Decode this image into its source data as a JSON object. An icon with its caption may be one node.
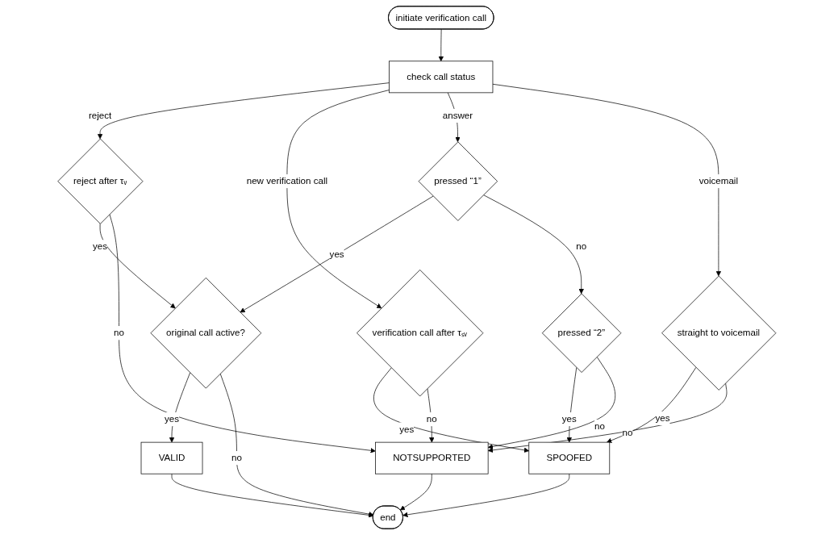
{
  "diagram": {
    "nodes": [
      {
        "text": [
          "initiate verification call"
        ]
      },
      {
        "text": [
          "check call status"
        ]
      },
      {
        "text": [
          "reject after τᵥ"
        ]
      },
      {
        "text": [
          "verification call after τₛᵥ"
        ]
      },
      {
        "text": [
          "pressed “1”"
        ]
      },
      {
        "text": [
          "straight to voicemail"
        ]
      },
      {
        "text": [
          "original call active?"
        ]
      },
      {
        "text": [
          "pressed “2”"
        ]
      },
      {
        "text": [
          "VALID"
        ]
      },
      {
        "text": [
          "SPOOFED"
        ]
      },
      {
        "text": [
          "NOTSUPPORTED"
        ]
      },
      {
        "text": [
          "end"
        ]
      }
    ],
    "edges": [
      {
        "from": 0,
        "to": 1,
        "arrow": "to"
      },
      {
        "from": 1,
        "to": 2,
        "arrow": "to",
        "label": "reject"
      },
      {
        "from": 1,
        "to": 3,
        "arrow": "to",
        "label": "new verification call"
      },
      {
        "from": 1,
        "to": 4,
        "arrow": "to",
        "label": "answer"
      },
      {
        "from": 1,
        "to": 5,
        "arrow": "to",
        "label": "voicemail"
      },
      {
        "from": 2,
        "to": 6,
        "arrow": "to",
        "label": "yes"
      },
      {
        "from": 2,
        "to": 10,
        "arrow": "to",
        "label": "no"
      },
      {
        "from": 3,
        "to": 9,
        "arrow": "to",
        "label": "yes"
      },
      {
        "from": 3,
        "to": 10,
        "arrow": "to",
        "label": "no"
      },
      {
        "from": 4,
        "to": 6,
        "arrow": "to",
        "label": "yes"
      },
      {
        "from": 4,
        "to": 7,
        "arrow": "to",
        "label": "no"
      },
      {
        "from": 5,
        "to": 9,
        "arrow": "to",
        "label": "yes"
      },
      {
        "from": 5,
        "to": 10,
        "arrow": "to",
        "label": "no"
      },
      {
        "from": 7,
        "to": 9,
        "arrow": "to",
        "label": "yes"
      },
      {
        "from": 7,
        "to": 10,
        "arrow": "to",
        "label": "no"
      },
      {
        "from": 6,
        "to": 8,
        "arrow": "to",
        "label": "yes"
      },
      {
        "from": 6,
        "to": 11,
        "arrow": "to",
        "label": "no"
      },
      {
        "from": 8,
        "to": 11,
        "arrow": "to"
      },
      {
        "from": 9,
        "to": 11,
        "arrow": "to"
      },
      {
        "from": 10,
        "to": 11,
        "arrow": "to"
      }
    ]
  }
}
